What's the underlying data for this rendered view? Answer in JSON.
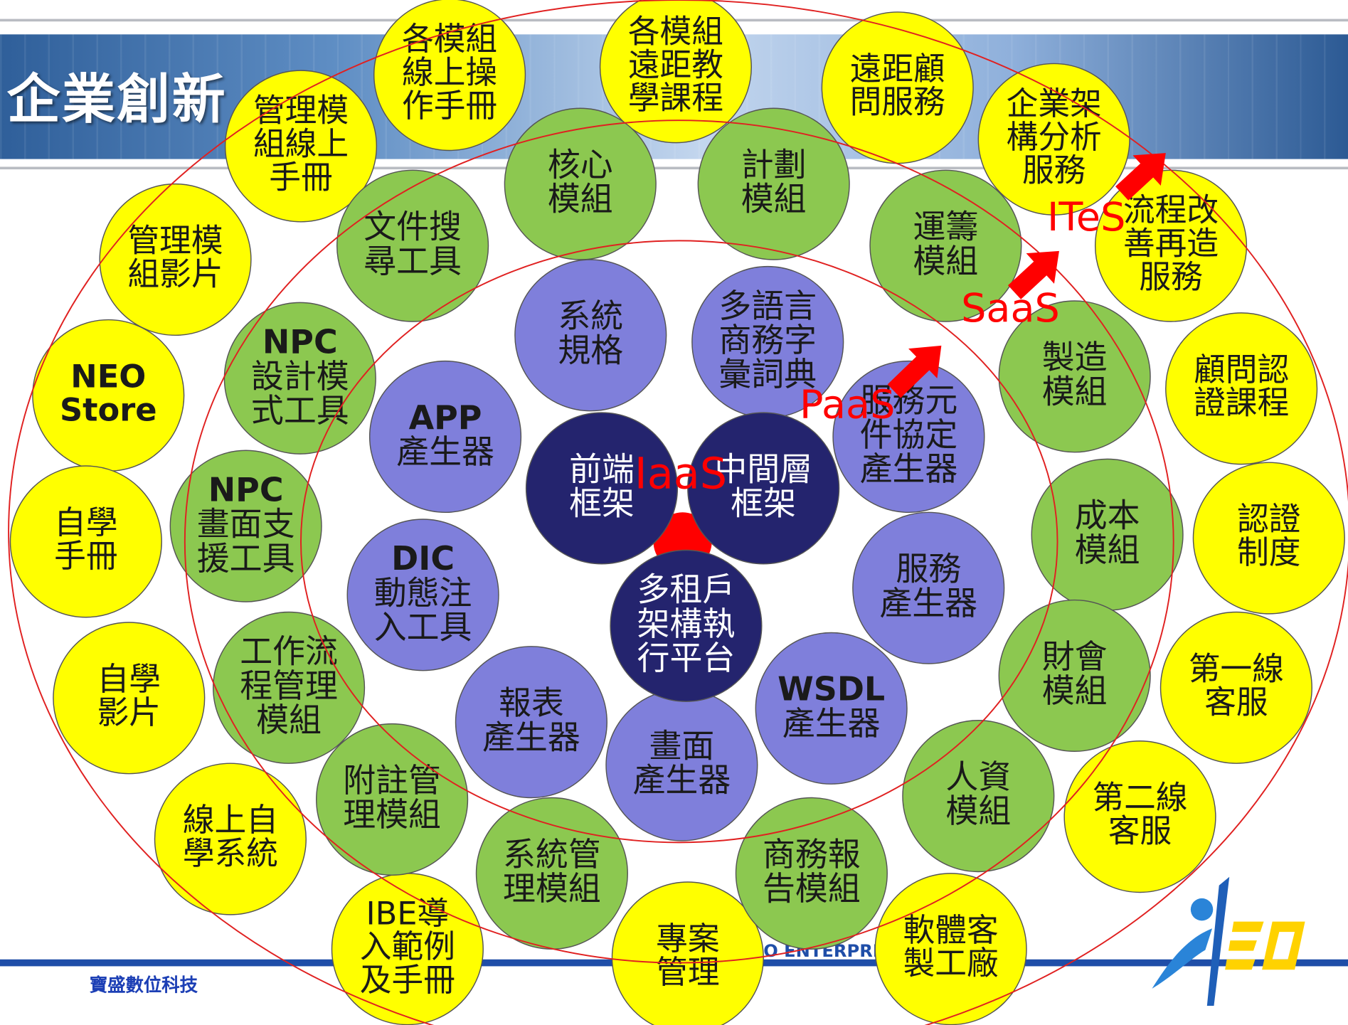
{
  "header": {
    "title": "企業創新"
  },
  "footer": {
    "org_name": "寶盛數位科技",
    "english_line": "O ENTERPRI        RATION"
  },
  "colors": {
    "yellow": "#ffff00",
    "green": "#8cc850",
    "blue": "#7f7fdb",
    "navy": "#24246e",
    "ring": "#e02020",
    "arrow": "#ff0000"
  },
  "layers": [
    {
      "name": "IaaS",
      "color": "red"
    },
    {
      "name": "PaaS",
      "color": "red"
    },
    {
      "name": "SaaS",
      "color": "red"
    },
    {
      "name": "ITeS",
      "color": "red"
    }
  ],
  "nodes": {
    "core": [
      {
        "label": "前端\n框架"
      },
      {
        "label": "中間層\n框架"
      },
      {
        "label": "多租戶\n架構執\n行平台"
      }
    ],
    "blue": [
      {
        "label": "系統\n規格"
      },
      {
        "label": "多語言\n商務字\n彙詞典"
      },
      {
        "label": "服務元\n件協定\n產生器"
      },
      {
        "label": "APP\n產生器"
      },
      {
        "label": "服務\n產生器"
      },
      {
        "label": "DIC\n動態注\n入工具"
      },
      {
        "label": "WSDL\n產生器"
      },
      {
        "label": "報表\n產生器"
      },
      {
        "label": "畫面\n產生器"
      }
    ],
    "green": [
      {
        "label": "核心\n模組"
      },
      {
        "label": "計劃\n模組"
      },
      {
        "label": "運籌\n模組"
      },
      {
        "label": "文件搜\n尋工具"
      },
      {
        "label": "製造\n模組"
      },
      {
        "label": "NPC\n設計模\n式工具"
      },
      {
        "label": "成本\n模組"
      },
      {
        "label": "NPC\n畫面支\n援工具"
      },
      {
        "label": "財會\n模組"
      },
      {
        "label": "工作流\n程管理\n模組"
      },
      {
        "label": "人資\n模組"
      },
      {
        "label": "附註管\n理模組"
      },
      {
        "label": "系統管\n理模組"
      },
      {
        "label": "商務報\n告模組"
      }
    ],
    "yellow": [
      {
        "label": "各模組\n線上操\n作手冊"
      },
      {
        "label": "各模組\n遠距教\n學課程"
      },
      {
        "label": "遠距顧\n問服務"
      },
      {
        "label": "企業架\n構分析\n服務"
      },
      {
        "label": "管理模\n組線上\n手冊"
      },
      {
        "label": "流程改\n善再造\n服務"
      },
      {
        "label": "管理模\n組影片"
      },
      {
        "label": "顧問認\n證課程"
      },
      {
        "label": "NEO\nStore"
      },
      {
        "label": "認證\n制度"
      },
      {
        "label": "自學\n手冊"
      },
      {
        "label": "第一線\n客服"
      },
      {
        "label": "自學\n影片"
      },
      {
        "label": "第二線\n客服"
      },
      {
        "label": "線上自\n學系統"
      },
      {
        "label": "IBE導\n入範例\n及手冊"
      },
      {
        "label": "專案\n管理"
      },
      {
        "label": "軟體客\n製工廠"
      }
    ]
  }
}
